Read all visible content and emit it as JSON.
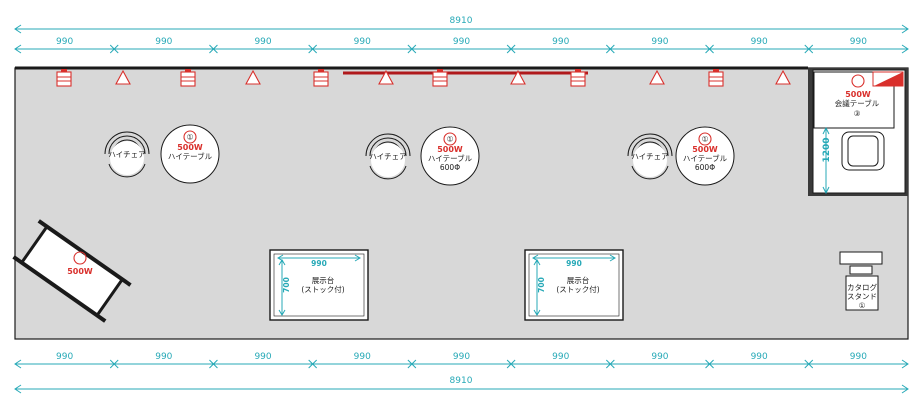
{
  "dimensions": {
    "total": "8910",
    "segment": "990",
    "segment_count": 9,
    "side_height": "1200"
  },
  "furniture": {
    "high_chair": "ハイチェア",
    "high_table": "ハイテーブル",
    "table_size": "600Φ",
    "wattage": "500W",
    "outlet_mark": "①",
    "meeting_table": "会議テーブル",
    "meeting_mark": "③",
    "display_stand": "展示台",
    "display_stock": "(ストック付)",
    "display_width": "990",
    "display_depth": "700",
    "catalog_line1": "カタログ",
    "catalog_line2": "スタンド",
    "catalog_mark": "①"
  },
  "colors": {
    "dimension": "#27a9b7",
    "electrical": "#d9302c",
    "floor": "#d8d8d8",
    "outline": "#1a1a1a"
  }
}
